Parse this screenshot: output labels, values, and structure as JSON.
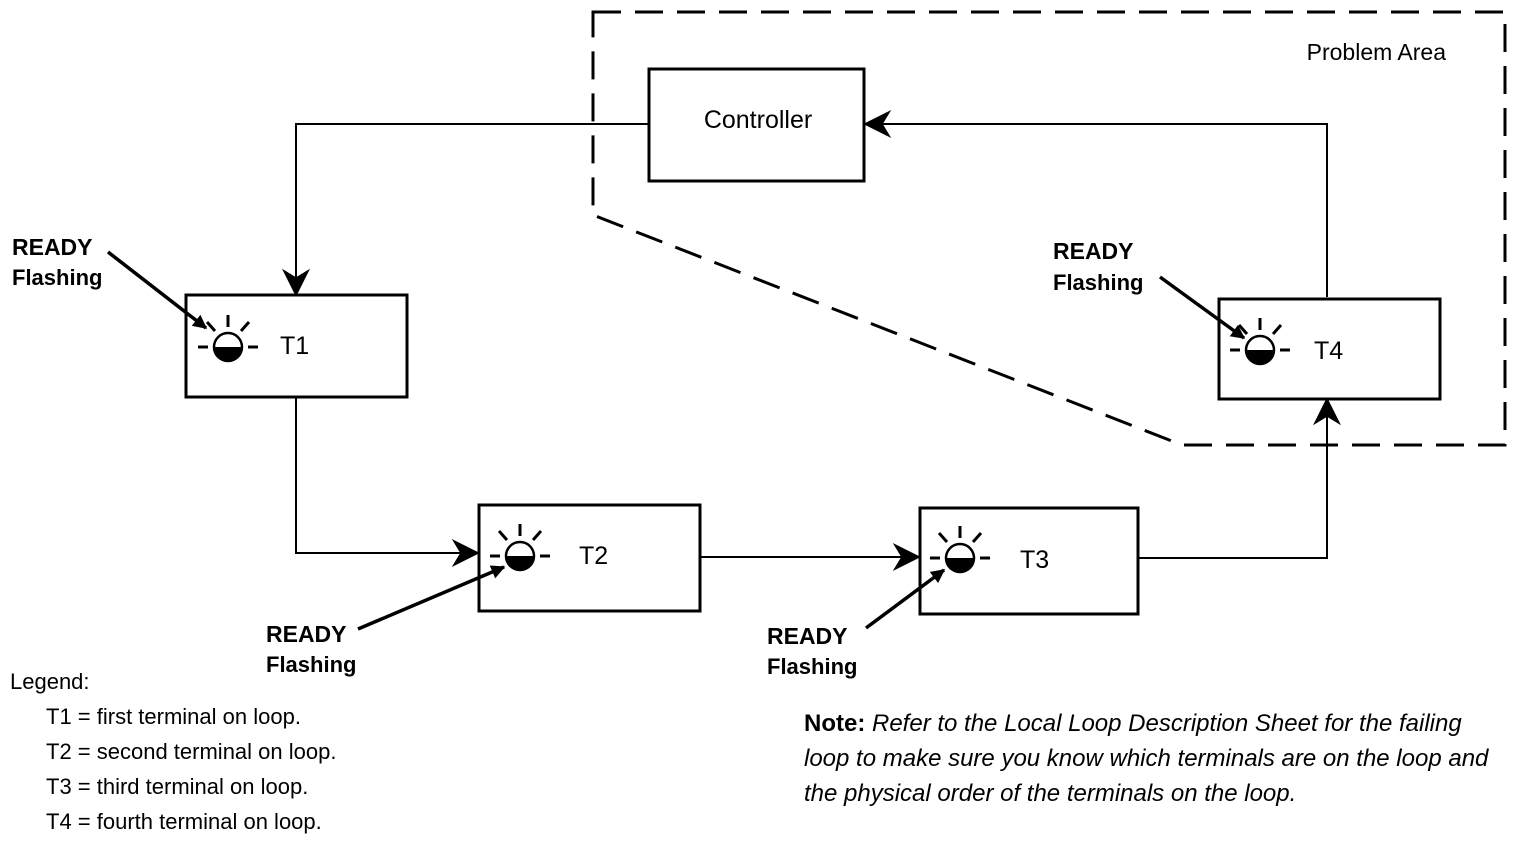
{
  "diagram": {
    "problem_area_label": "Problem Area",
    "controller_label": "Controller",
    "terminals": [
      {
        "id": "T1",
        "label": "T1"
      },
      {
        "id": "T2",
        "label": "T2"
      },
      {
        "id": "T3",
        "label": "T3"
      },
      {
        "id": "T4",
        "label": "T4"
      }
    ],
    "indicators": [
      {
        "line1": "READY",
        "line2": "Flashing"
      },
      {
        "line1": "READY",
        "line2": "Flashing"
      },
      {
        "line1": "READY",
        "line2": "Flashing"
      },
      {
        "line1": "READY",
        "line2": "Flashing"
      }
    ]
  },
  "legend": {
    "title": "Legend:",
    "items": [
      "T1 = first terminal on loop.",
      "T2 = second terminal on loop.",
      "T3 = third terminal on loop.",
      "T4 = fourth terminal on loop."
    ]
  },
  "note": {
    "label": "Note:",
    "text": "Refer to the Local Loop Description Sheet for the failing loop to make sure you know which terminals are on the loop and the physical order of the terminals on the loop."
  }
}
